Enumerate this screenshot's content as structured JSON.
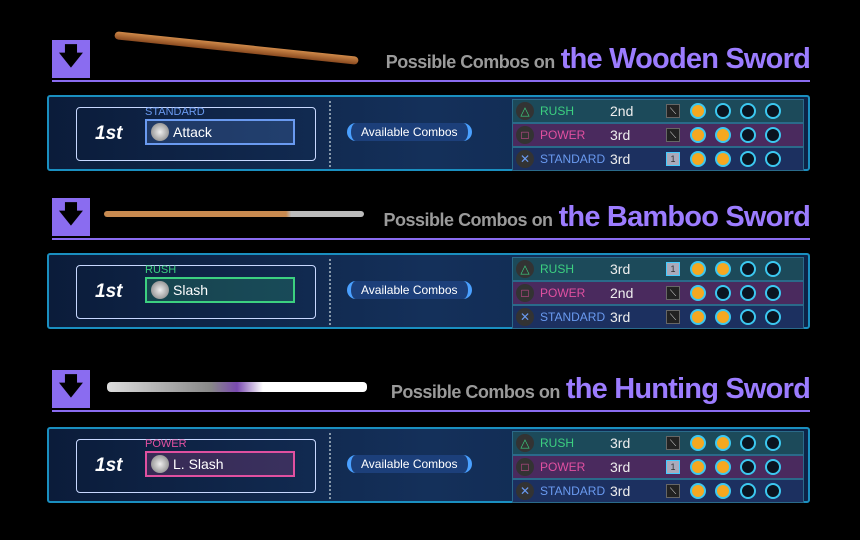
{
  "header_prefix": "Possible Combos on",
  "available_label": "Available Combos",
  "colors": {
    "accent": "#8a6cf0",
    "rush": "#3cd080",
    "power": "#e050a0",
    "standard": "#6a9af0"
  },
  "weapons": [
    {
      "name": "the Wooden Sword",
      "order": "1st",
      "category": "STANDARD",
      "move": "Attack",
      "combos": [
        {
          "type": "RUSH",
          "rank": "2nd",
          "finisher": "none",
          "filled": 1,
          "total": 4
        },
        {
          "type": "POWER",
          "rank": "3rd",
          "finisher": "none",
          "filled": 2,
          "total": 4
        },
        {
          "type": "STANDARD",
          "rank": "3rd",
          "finisher": "1",
          "filled": 2,
          "total": 4
        }
      ]
    },
    {
      "name": "the Bamboo Sword",
      "order": "1st",
      "category": "RUSH",
      "move": "Slash",
      "combos": [
        {
          "type": "RUSH",
          "rank": "3rd",
          "finisher": "1",
          "filled": 2,
          "total": 4
        },
        {
          "type": "POWER",
          "rank": "2nd",
          "finisher": "none",
          "filled": 1,
          "total": 4
        },
        {
          "type": "STANDARD",
          "rank": "3rd",
          "finisher": "none",
          "filled": 2,
          "total": 4
        }
      ]
    },
    {
      "name": "the Hunting Sword",
      "order": "1st",
      "category": "POWER",
      "move": "L. Slash",
      "combos": [
        {
          "type": "RUSH",
          "rank": "3rd",
          "finisher": "none",
          "filled": 2,
          "total": 4
        },
        {
          "type": "POWER",
          "rank": "3rd",
          "finisher": "1",
          "filled": 2,
          "total": 4
        },
        {
          "type": "STANDARD",
          "rank": "3rd",
          "finisher": "none",
          "filled": 2,
          "total": 4
        }
      ]
    }
  ]
}
